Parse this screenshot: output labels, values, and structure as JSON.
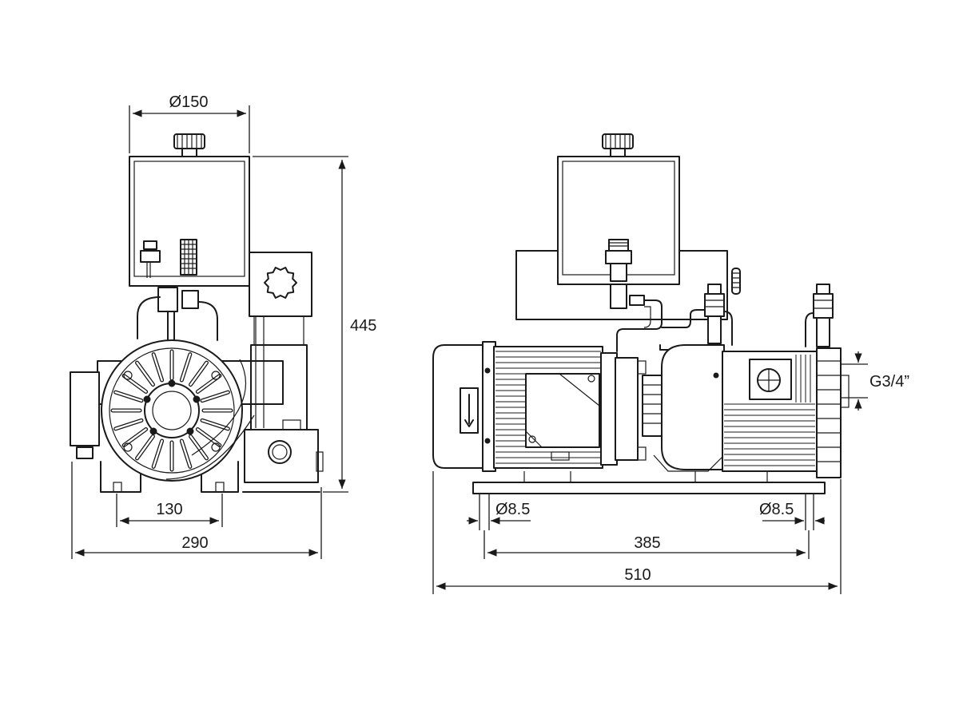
{
  "dimensions": {
    "tank_diameter": "Ø150",
    "height": "445",
    "foot_spacing": "130",
    "side_width": "290",
    "hole_left": "Ø8.5",
    "hole_right": "Ø8.5",
    "mount_spacing": "385",
    "total_length": "510",
    "port_thread": "G3/4”"
  },
  "colors": {
    "line": "#1a1a1a",
    "background": "#ffffff"
  }
}
